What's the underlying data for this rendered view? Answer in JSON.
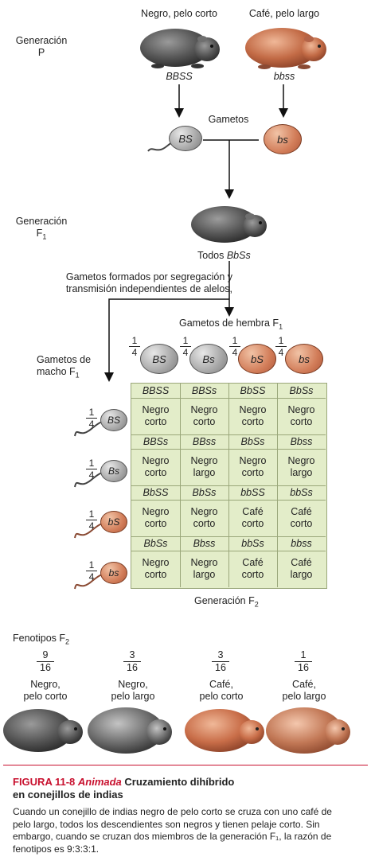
{
  "parental": {
    "generation_label": "Generación",
    "generation_sub": "P",
    "black_label": "Negro, pelo corto",
    "brown_label": "Café, pelo largo",
    "black_genotype": "BBSS",
    "brown_genotype": "bbss"
  },
  "gametes": {
    "label": "Gametos",
    "sperm": "BS",
    "egg": "bs"
  },
  "f1": {
    "generation_label": "Generación",
    "generation_sub": "F",
    "generation_sub_index": "1",
    "all_prefix": "Todos",
    "all_genotype": "BbSs",
    "segregation_line1": "Gametos formados por segregación y",
    "segregation_line2": "transmisión independientes de alelos,"
  },
  "female_gametes": {
    "label": "Gametos de hembra F",
    "label_index": "1",
    "fraction_num": "1",
    "fraction_den": "4",
    "eggs": [
      {
        "allele": "BS",
        "color": "gray"
      },
      {
        "allele": "Bs",
        "color": "gray"
      },
      {
        "allele": "bS",
        "color": "brown"
      },
      {
        "allele": "bs",
        "color": "brown"
      }
    ]
  },
  "male_gametes": {
    "label_line1": "Gametos de",
    "label_line2": "macho F",
    "label_index": "1",
    "fraction_num": "1",
    "fraction_den": "4",
    "sperm": [
      {
        "allele": "BS",
        "color": "gray"
      },
      {
        "allele": "Bs",
        "color": "gray"
      },
      {
        "allele": "bS",
        "color": "brown"
      },
      {
        "allele": "bs",
        "color": "brown"
      }
    ]
  },
  "punnett": {
    "rows": [
      [
        {
          "genotype": "BBSS",
          "line1": "Negro",
          "line2": "corto"
        },
        {
          "genotype": "BBSs",
          "line1": "Negro",
          "line2": "corto"
        },
        {
          "genotype": "BbSS",
          "line1": "Negro",
          "line2": "corto"
        },
        {
          "genotype": "BbSs",
          "line1": "Negro",
          "line2": "corto"
        }
      ],
      [
        {
          "genotype": "BBSs",
          "line1": "Negro",
          "line2": "corto"
        },
        {
          "genotype": "BBss",
          "line1": "Negro",
          "line2": "largo"
        },
        {
          "genotype": "BbSs",
          "line1": "Negro",
          "line2": "corto"
        },
        {
          "genotype": "Bbss",
          "line1": "Negro",
          "line2": "largo"
        }
      ],
      [
        {
          "genotype": "BbSS",
          "line1": "Negro",
          "line2": "corto"
        },
        {
          "genotype": "BbSs",
          "line1": "Negro",
          "line2": "corto"
        },
        {
          "genotype": "bbSS",
          "line1": "Café",
          "line2": "corto"
        },
        {
          "genotype": "bbSs",
          "line1": "Café",
          "line2": "corto"
        }
      ],
      [
        {
          "genotype": "BbSs",
          "line1": "Negro",
          "line2": "corto"
        },
        {
          "genotype": "Bbss",
          "line1": "Negro",
          "line2": "largo"
        },
        {
          "genotype": "bbSs",
          "line1": "Café",
          "line2": "corto"
        },
        {
          "genotype": "bbss",
          "line1": "Café",
          "line2": "largo"
        }
      ]
    ],
    "f2_label": "Generación F",
    "f2_index": "2"
  },
  "phenotypes": {
    "label": "Fenotipos F",
    "label_index": "2",
    "items": [
      {
        "num": "9",
        "den": "16",
        "line1": "Negro,",
        "line2": "pelo corto"
      },
      {
        "num": "3",
        "den": "16",
        "line1": "Negro,",
        "line2": "pelo largo"
      },
      {
        "num": "3",
        "den": "16",
        "line1": "Café,",
        "line2": "pelo corto"
      },
      {
        "num": "1",
        "den": "16",
        "line1": "Café,",
        "line2": "pelo largo"
      }
    ]
  },
  "caption": {
    "figure": "FIGURA 11-8",
    "animated": "Animada",
    "title_rest": "Cruzamiento dihíbrido",
    "title_line2": "en conejillos de indias",
    "body_line1": "Cuando un conejillo de indias negro de pelo corto se cruza con uno café de",
    "body_line2": "pelo largo, todos los descendientes son negros y tienen pelaje corto. Sin",
    "body_line3": "embargo, cuando se cruzan dos miembros de la generación F₁, la razón de",
    "body_line4": "fenotipos es 9:3:3:1."
  },
  "colors": {
    "punnett_bg": "#e3edc9",
    "brown_gamete": "#d27d59",
    "gray_gamete": "#a7a7a7",
    "figure_red": "#c8102e"
  }
}
